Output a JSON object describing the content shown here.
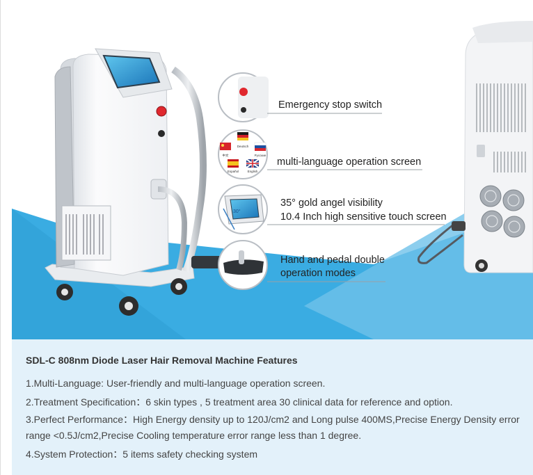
{
  "callouts": {
    "emergency": "Emergency stop switch",
    "language": "multi-language operation screen",
    "angle": "35° gold angel visibility",
    "screen": "10.4 Inch high sensitive touch screen",
    "hand_pedal_line1": "Hand and pedal double",
    "hand_pedal_line2": "operation modes",
    "angle_badge": "30°"
  },
  "flag_labels": {
    "de": "Deutsch",
    "cn": "中文",
    "ru": "Русские",
    "es": "Español",
    "en": "English"
  },
  "description": {
    "title": "SDL-C 808nm Diode Laser Hair Removal Machine Features",
    "lines": [
      "1.Multi-Language: User-friendly and multi-language operation screen.",
      "2.Treatment Specification：6 skin types , 5 treatment area 30 clinical data for reference and option.",
      "3.Perfect Performance：High Energy density up to 120J/cm2 and Long pulse 400MS,Precise Energy Density error",
      "range <0.5J/cm2,Precise Cooling temperature error range less than 1 degree.",
      "4.System Protection：5 items safety checking system"
    ]
  },
  "colors": {
    "banner_blue": "#3aace2",
    "panel_bg": "#e3f1fa",
    "emergency_red": "#e0282e"
  },
  "icons": [
    "emergency-stop-icon",
    "flag-germany-icon",
    "flag-china-icon",
    "flag-russia-icon",
    "flag-spain-icon",
    "flag-uk-icon"
  ]
}
